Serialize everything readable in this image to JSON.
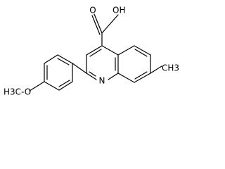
{
  "diagram": {
    "atom_labels": {
      "carboxylic_acid": "OH",
      "carbonyl_oxygen": "O",
      "ring_nitrogen": "N",
      "methoxy_group": "H3C-O",
      "methyl_group": "CH3"
    },
    "colors": {
      "background": "#ffffff",
      "lines": "#000000",
      "text": "#000000"
    }
  }
}
